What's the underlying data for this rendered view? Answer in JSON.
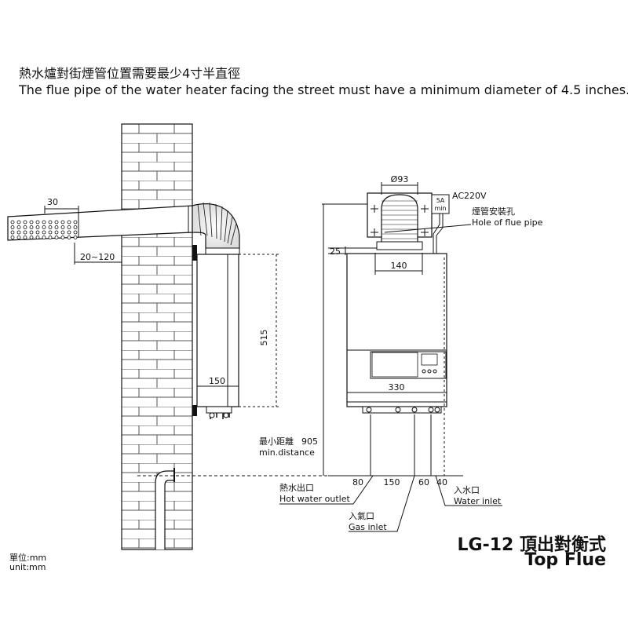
{
  "header": {
    "title_zh": "熱水爐對街煙管位置需要最少4寸半直徑",
    "title_en": "The flue pipe of the water heater facing the street must have a minimum diameter of 4.5 inches."
  },
  "side_view": {
    "dim_30": "30",
    "dim_20_120": "20~120",
    "dim_515": "515",
    "dim_150": "150"
  },
  "front_view": {
    "dim_93": "Ø93",
    "power": "AC220V",
    "fuse": "5A",
    "fuse_sub": "min",
    "flue_hole_zh": "煙管安裝孔",
    "flue_hole_en": "Hole of flue pipe",
    "dim_25": "25",
    "dim_140": "140",
    "dim_330": "330",
    "min_distance_zh": "最小距離",
    "min_distance_val": "905",
    "min_distance_en": "min.distance",
    "bottom_dims": [
      "80",
      "150",
      "60",
      "40"
    ],
    "hot_outlet_zh": "熱水出口",
    "hot_outlet_en": "Hot water outlet",
    "gas_inlet_zh": "入氣口",
    "gas_inlet_en": "Gas inlet",
    "water_inlet_zh": "入水口",
    "water_inlet_en": "Water inlet"
  },
  "model": {
    "title": "LG-12 頂出對衡式",
    "subtitle": "Top Flue"
  },
  "units": {
    "zh": "單位:mm",
    "en": "unit:mm"
  },
  "colors": {
    "line": "#111111",
    "brick": "#555555"
  }
}
